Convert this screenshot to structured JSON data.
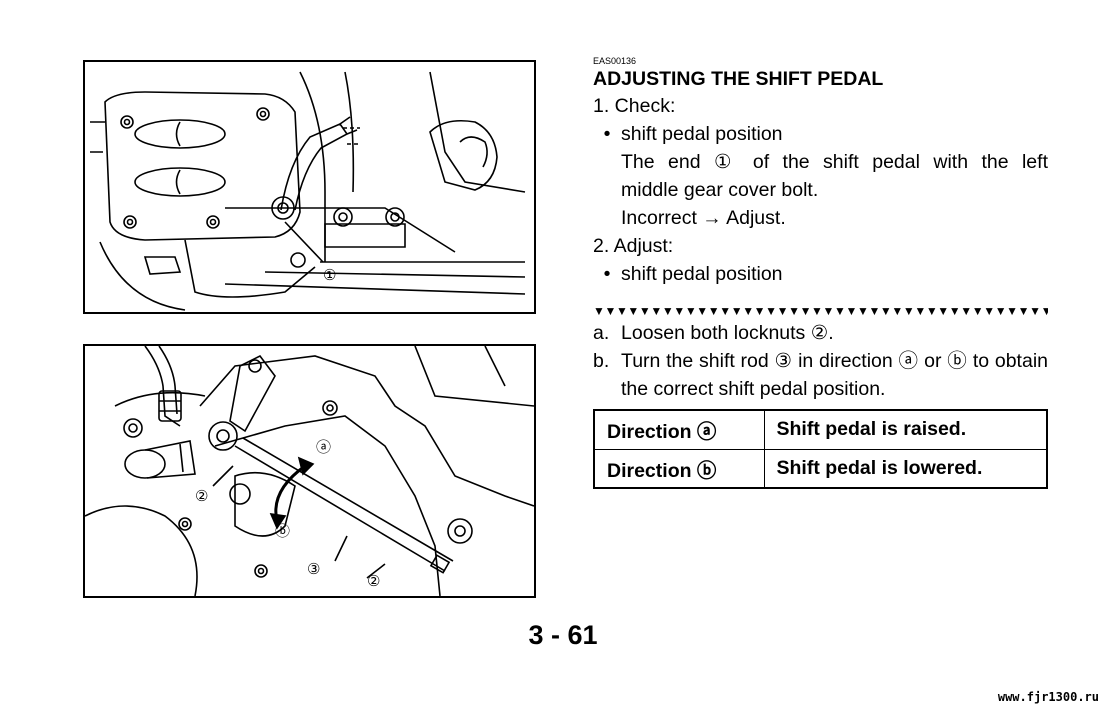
{
  "document": {
    "section_code": "EAS00136",
    "heading": "ADJUSTING THE SHIFT PEDAL",
    "steps": {
      "check_label": "1. Check:",
      "check_bullet": "shift pedal position",
      "check_desc_1": "The end ① of the shift pedal with the left",
      "check_desc_2": "middle gear cover bolt.",
      "check_incorrect": "Incorrect → Adjust.",
      "adjust_label": "2. Adjust:",
      "adjust_bullet": "shift pedal position"
    },
    "bullet_glyph": "•",
    "divider": "▼▼▼▼▼▼▼▼▼▼▼▼▼▼▼▼▼▼▼▼▼▼▼▼▼▼▼▼▼▼▼▼▼▼▼▼▼▼▼▼▼",
    "substeps": [
      {
        "letter": "a.",
        "text": "Loosen both locknuts ②."
      },
      {
        "letter": "b.",
        "text": "Turn the shift rod ③ in direction ⓐ or ⓑ to obtain the correct shift pedal position."
      }
    ],
    "table": [
      {
        "direction": "Direction ⓐ",
        "result": "Shift pedal is raised."
      },
      {
        "direction": "Direction ⓑ",
        "result": "Shift pedal is lowered."
      }
    ],
    "page_number": "3 - 61",
    "watermark": "www.fjr1300.ru"
  },
  "figures": {
    "fig1_callout": "①",
    "fig2_callouts": {
      "a": "ⓐ",
      "b": "ⓑ",
      "two_left": "②",
      "three": "③",
      "two_bottom": "②"
    }
  }
}
